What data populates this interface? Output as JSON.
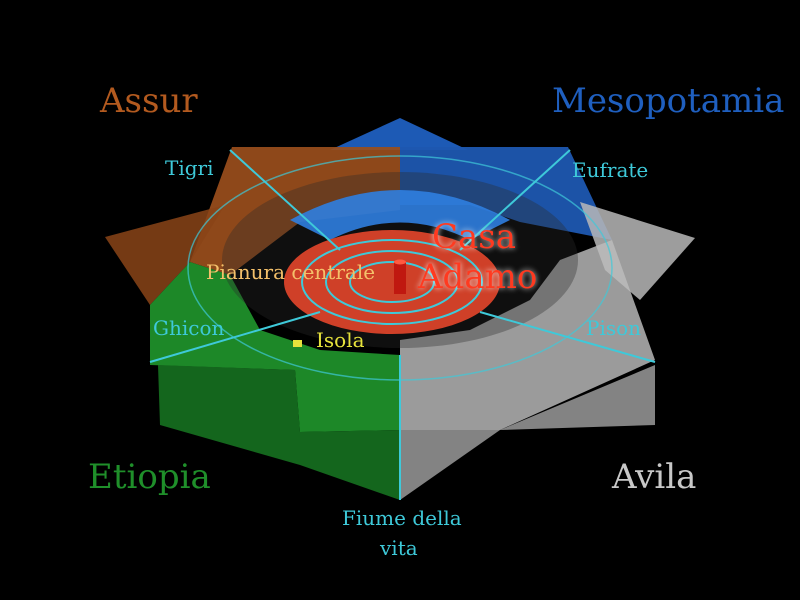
{
  "regions": {
    "assur": "Assur",
    "mesopotamia": "Mesopotamia",
    "etiopia": "Etiopia",
    "avila": "Avila"
  },
  "rivers": {
    "tigri": "Tigri",
    "eufrate": "Eufrate",
    "ghicon": "Ghicon",
    "pison": "Pison",
    "fiume_line1": "Fiume della",
    "fiume_line2": "vita"
  },
  "center": {
    "pianura": "Pianura centrale",
    "isola": "Isola",
    "casa": "Casa",
    "adamo": "Adamo"
  },
  "colors": {
    "assur": "#b35a1f",
    "mesopotamia": "#1f5fbf",
    "etiopia": "#1f8f2a",
    "avila": "#c8c8c8",
    "river": "#3ec9d9",
    "plain": "#e0442a",
    "house": "#ff3a20",
    "isola": "#e6e23c"
  }
}
